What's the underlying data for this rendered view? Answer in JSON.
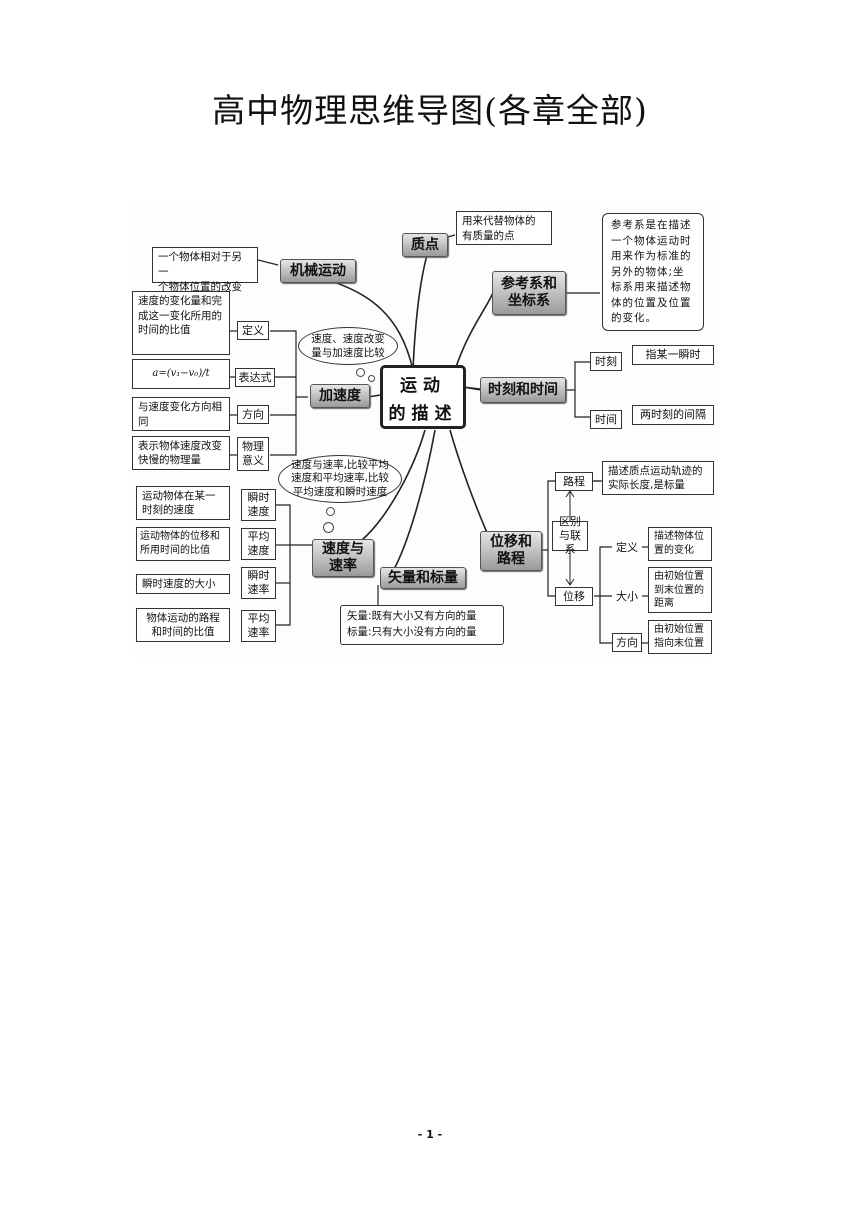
{
  "title": "高中物理思维导图(各章全部)",
  "page_number": "- 1 -",
  "mindmap": {
    "center": {
      "line1": "运动",
      "line2": "的描述"
    },
    "particle": {
      "label": "质点",
      "note_line1": "用来代替物体的",
      "note_line2": "有质量的点"
    },
    "mechanical_motion": {
      "label": "机械运动",
      "note_line1": "一个物体相对于另一",
      "note_line2": "个物体位置的改变"
    },
    "reference_frame": {
      "label_line1": "参考系和",
      "label_line2": "坐标系",
      "note": "参考系是在描述一个物体运动时用来作为标准的另外的物体;坐标系用来描述物体的位置及位置的变化。"
    },
    "time": {
      "label": "时刻和时间",
      "moment_label": "时刻",
      "moment_note": "指某一瞬时",
      "interval_label": "时间",
      "interval_note": "两时刻的间隔"
    },
    "acceleration": {
      "label": "加速度",
      "compare_note": "速度、速度改变量与加速度比较",
      "definition_label": "定义",
      "definition_note": "速度的变化量和完成这一变化所用的时间的比值",
      "formula_label": "表达式",
      "formula": "a=(v₁−v₀)/t",
      "direction_label": "方向",
      "direction_note": "与速度变化方向相同",
      "meaning_label": "物理意义",
      "meaning_note": "表示物体速度改变快慢的物理量"
    },
    "velocity": {
      "label_line1": "速度与",
      "label_line2": "速率",
      "compare_note": "速度与速率,比较平均速度和平均速率,比较平均速度和瞬时速度",
      "inst_velocity_label": "瞬时速度",
      "inst_velocity_note": "运动物体在某一时刻的速度",
      "avg_velocity_label": "平均速度",
      "avg_velocity_note": "运动物体的位移和所用时间的比值",
      "inst_speed_label": "瞬时速率",
      "inst_speed_note": "瞬时速度的大小",
      "avg_speed_label": "平均速率",
      "avg_speed_note": "物体运动的路程和时间的比值"
    },
    "vector": {
      "label": "矢量和标量",
      "note_line1": "矢量:既有大小又有方向的量",
      "note_line2": "标量:只有大小没有方向的量"
    },
    "displacement": {
      "label_line1": "位移和",
      "label_line2": "路程",
      "path_label": "路程",
      "path_note": "描述质点运动轨迹的实际长度,是标量",
      "relation_label": "区别与联系",
      "disp_label": "位移",
      "def_label": "定义",
      "def_note": "描述物体位置的变化",
      "mag_label": "大小",
      "mag_note": "由初始位置到末位置的距离",
      "dir_label": "方向",
      "dir_note": "由初始位置指向末位置"
    }
  }
}
